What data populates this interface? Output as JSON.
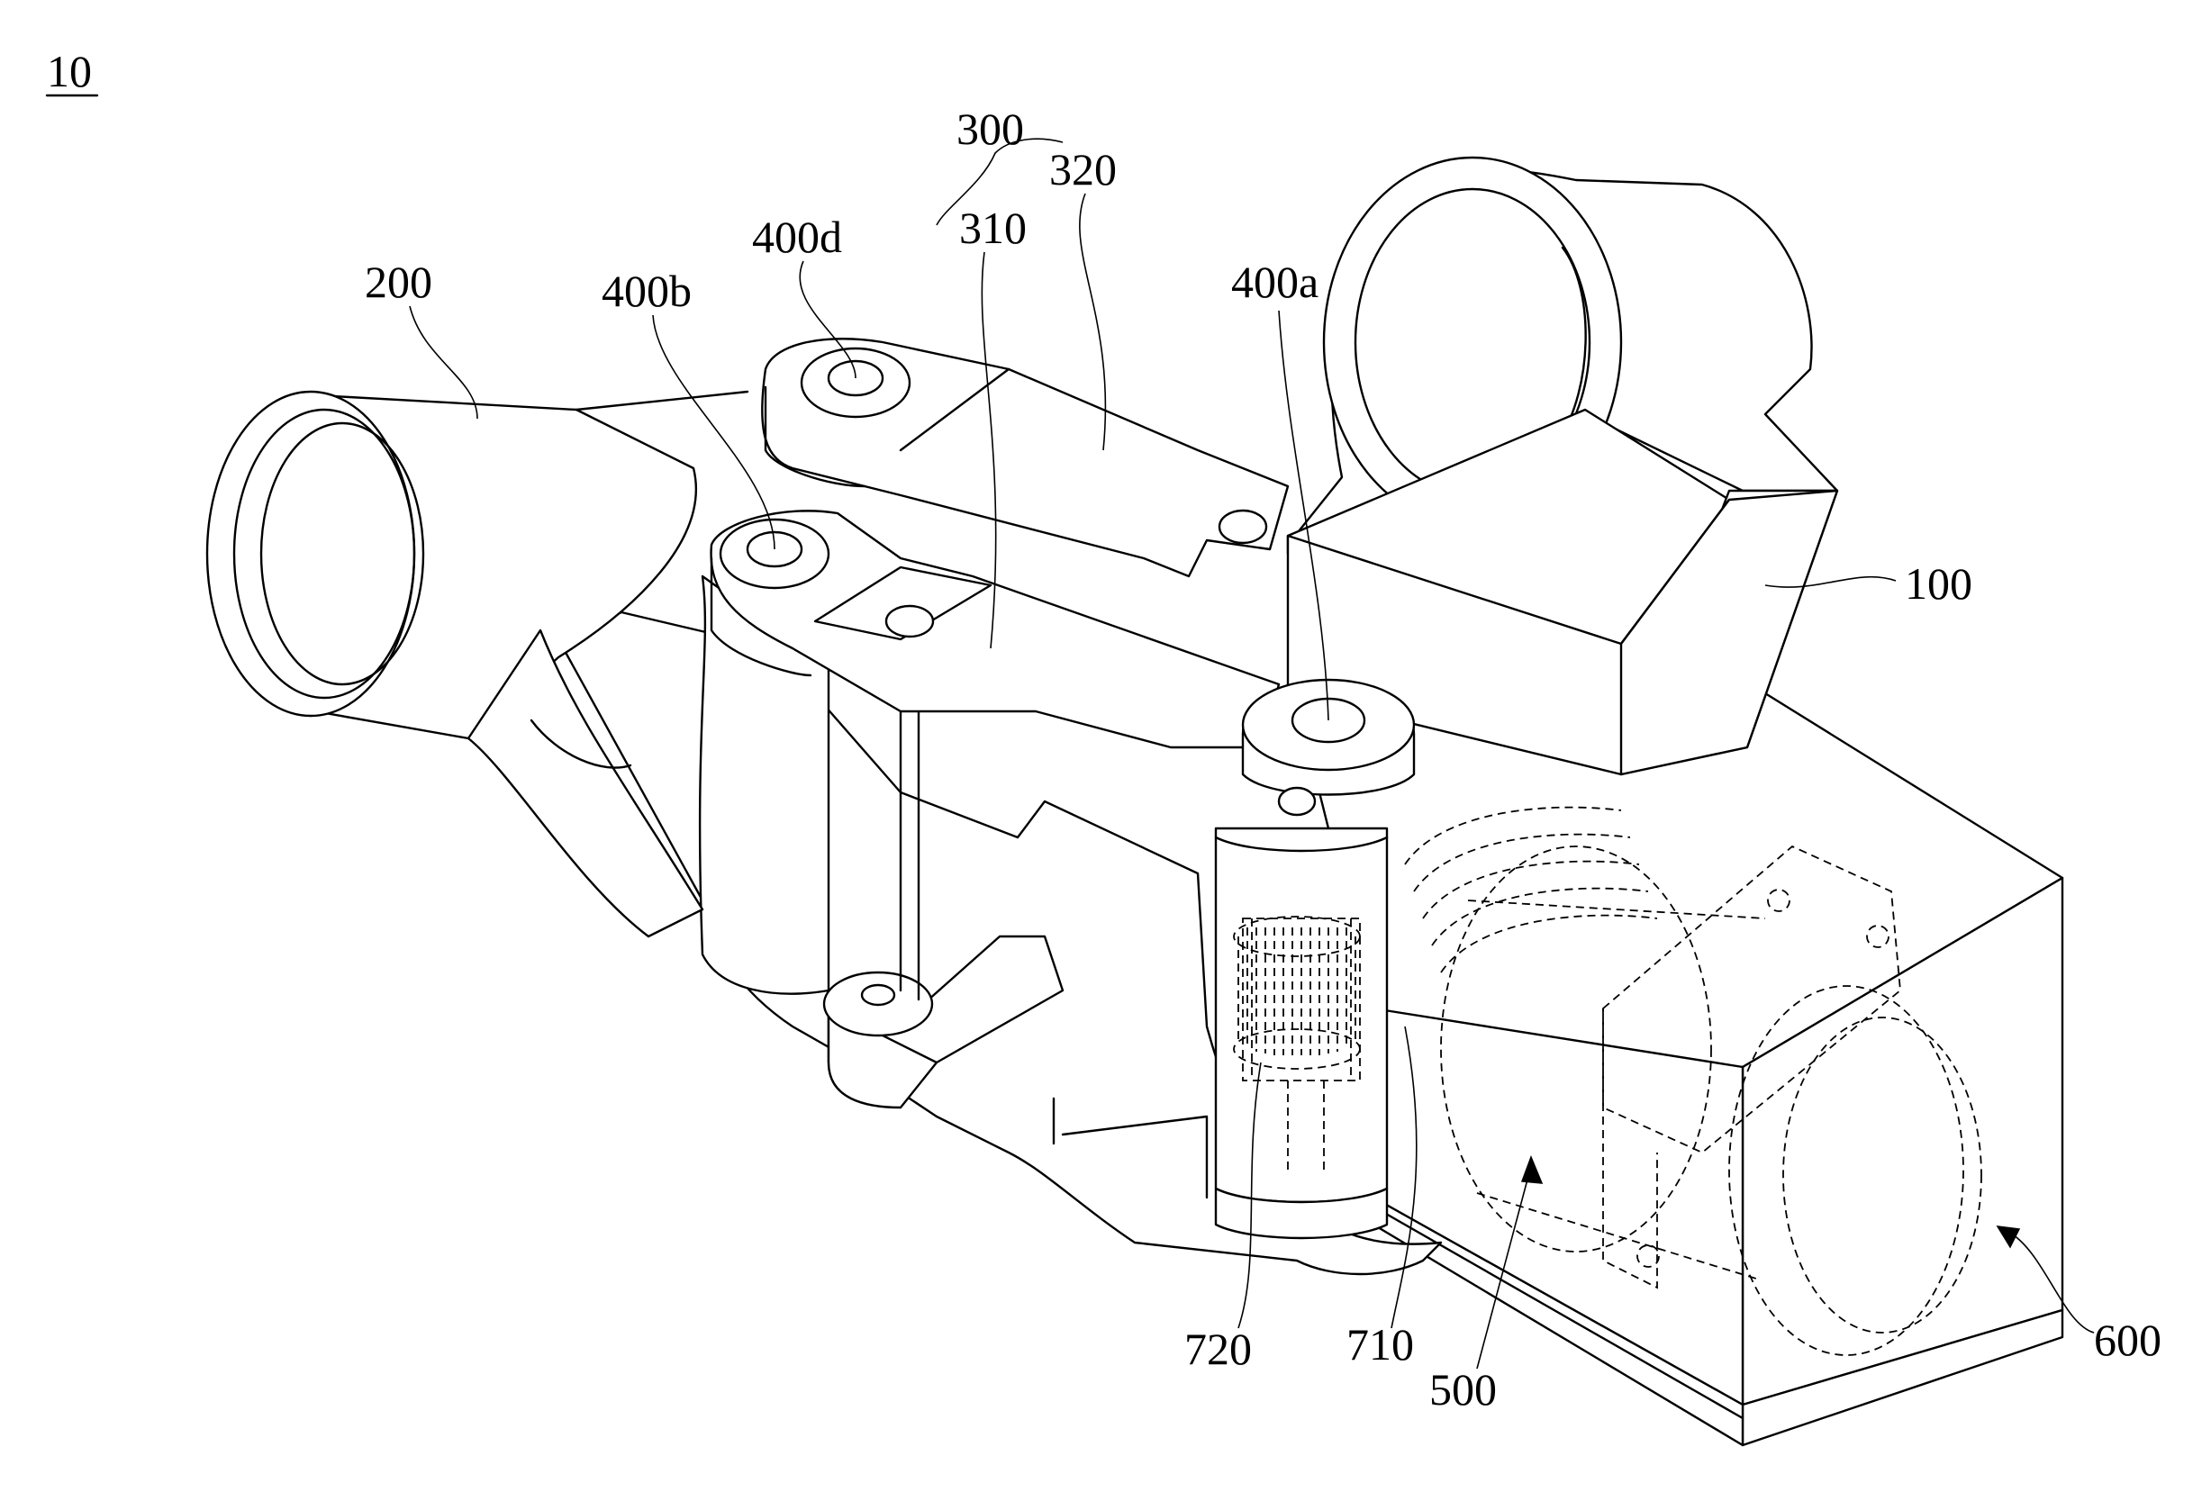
{
  "figure": {
    "number": "10",
    "labels": {
      "l_300": "300",
      "l_320": "320",
      "l_400d": "400d",
      "l_310": "310",
      "l_200": "200",
      "l_400b": "400b",
      "l_400a": "400a",
      "l_100": "100",
      "l_720": "720",
      "l_710": "710",
      "l_500": "500",
      "l_600": "600"
    }
  }
}
